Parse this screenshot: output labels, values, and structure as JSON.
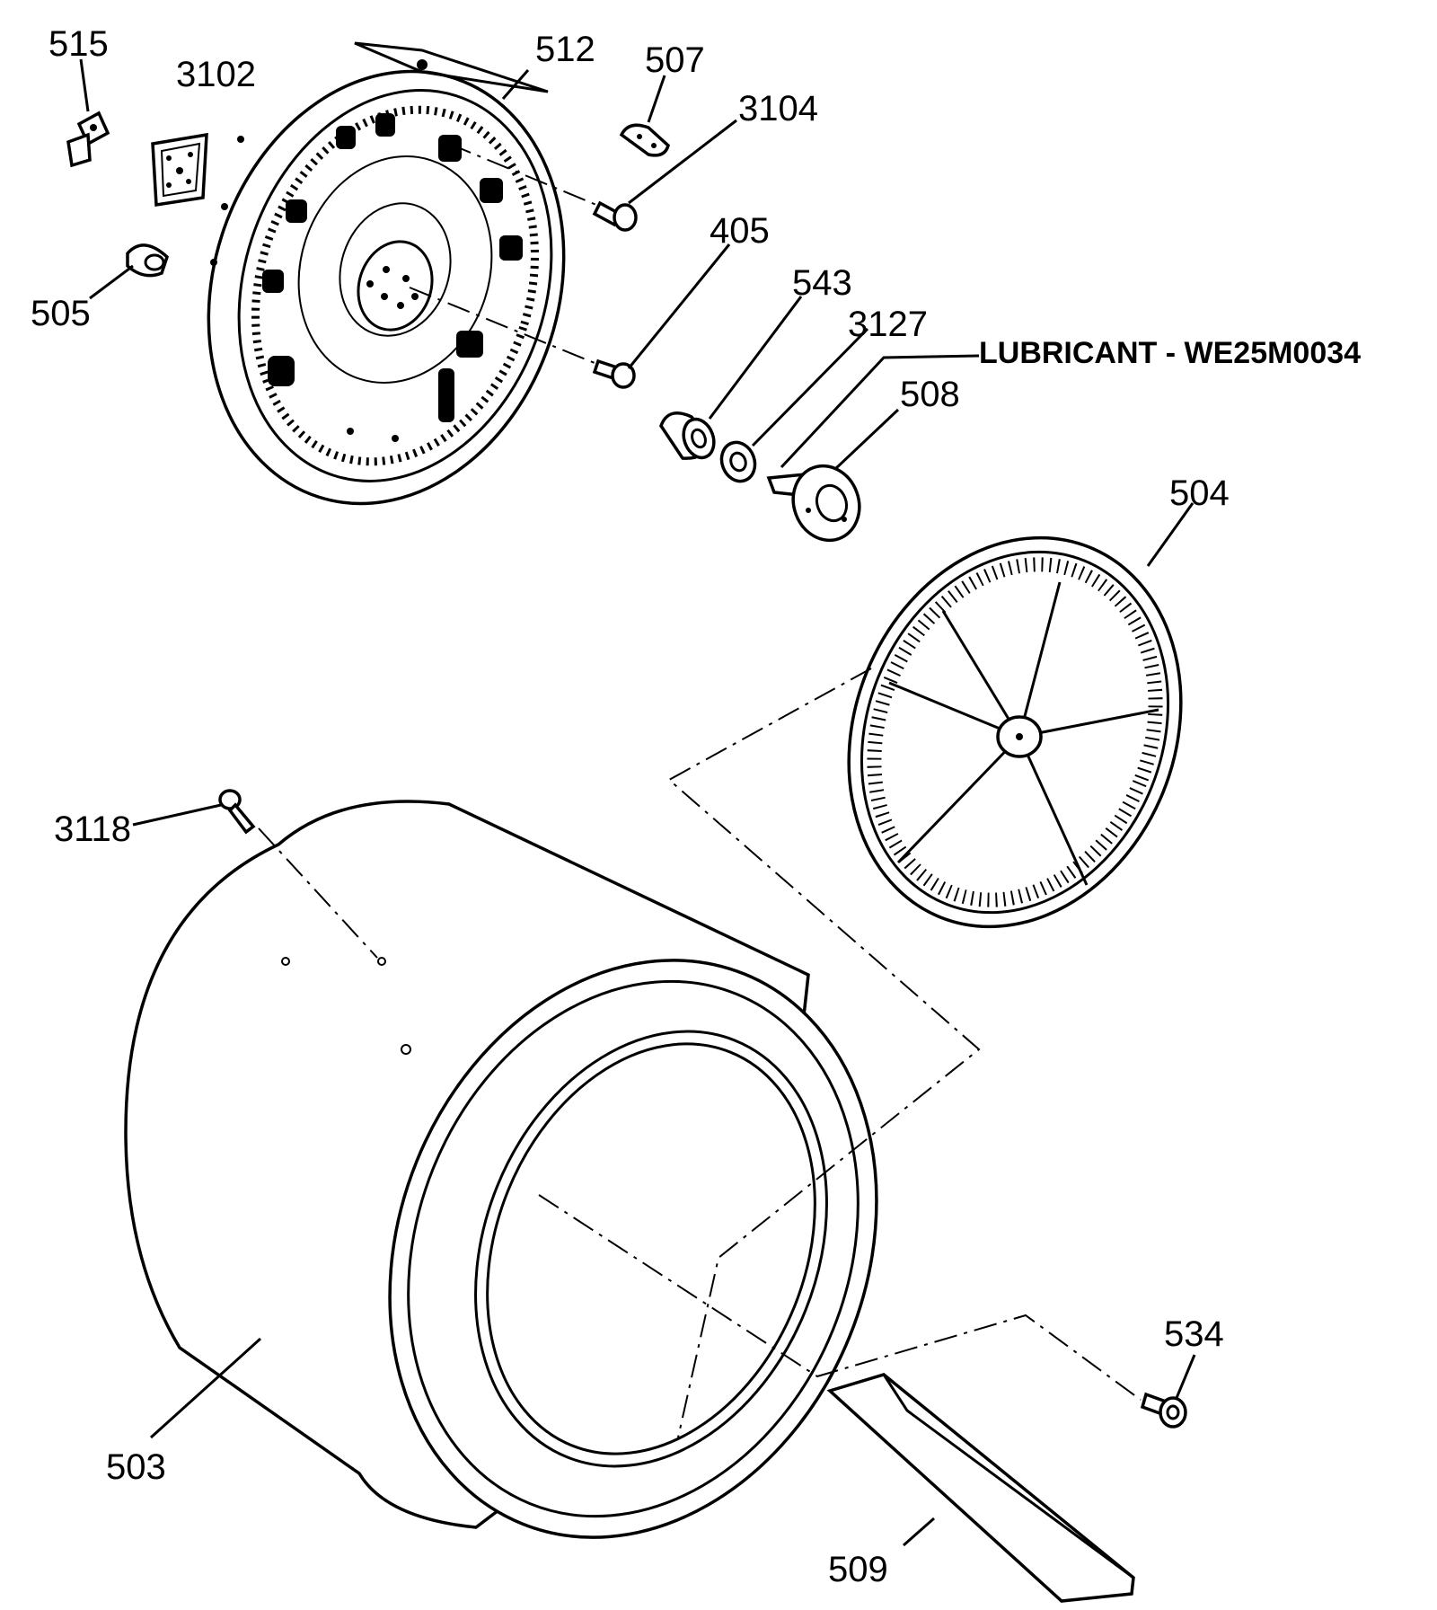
{
  "labels": {
    "p515": "515",
    "p3102": "3102",
    "p512": "512",
    "p507": "507",
    "p3104": "3104",
    "p505": "505",
    "p405": "405",
    "p543": "543",
    "p3127": "3127",
    "p508": "508",
    "p504": "504",
    "p3118": "3118",
    "p534": "534",
    "p503": "503",
    "p509": "509"
  },
  "note": "LUBRICANT - WE25M0034"
}
